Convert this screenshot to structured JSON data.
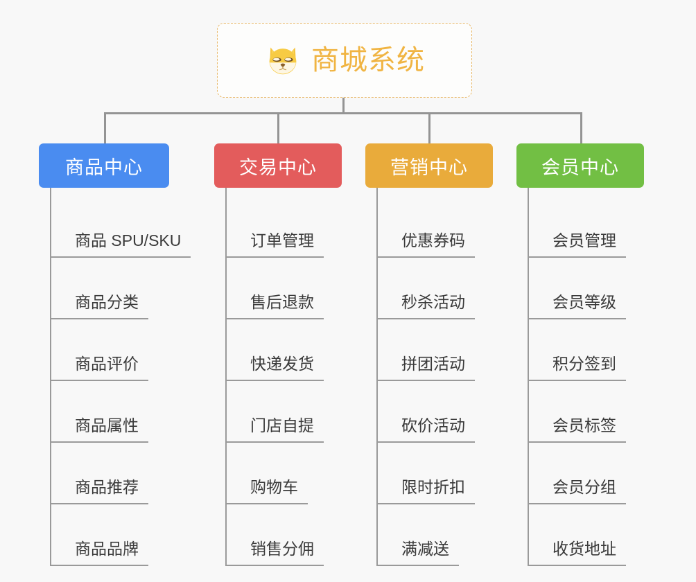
{
  "diagram": {
    "type": "org-tree",
    "background_color": "#f8f8f8",
    "connector_color": "#949494",
    "root": {
      "title": "商城系统",
      "icon": "dog-face-emoji",
      "text_color": "#f0b442",
      "border_color": "#e8b869",
      "background_color": "#fdfdfc"
    },
    "branches": [
      {
        "label": "商品中心",
        "color": "#4a8cf0",
        "items": [
          "商品 SPU/SKU",
          "商品分类",
          "商品评价",
          "商品属性",
          "商品推荐",
          "商品品牌"
        ]
      },
      {
        "label": "交易中心",
        "color": "#e35c5c",
        "items": [
          "订单管理",
          "售后退款",
          "快递发货",
          "门店自提",
          "购物车",
          "销售分佣"
        ]
      },
      {
        "label": "营销中心",
        "color": "#e9ab3b",
        "items": [
          "优惠券码",
          "秒杀活动",
          "拼团活动",
          "砍价活动",
          "限时折扣",
          "满减送"
        ]
      },
      {
        "label": "会员中心",
        "color": "#72bf44",
        "items": [
          "会员管理",
          "会员等级",
          "积分签到",
          "会员标签",
          "会员分组",
          "收货地址"
        ]
      }
    ]
  }
}
